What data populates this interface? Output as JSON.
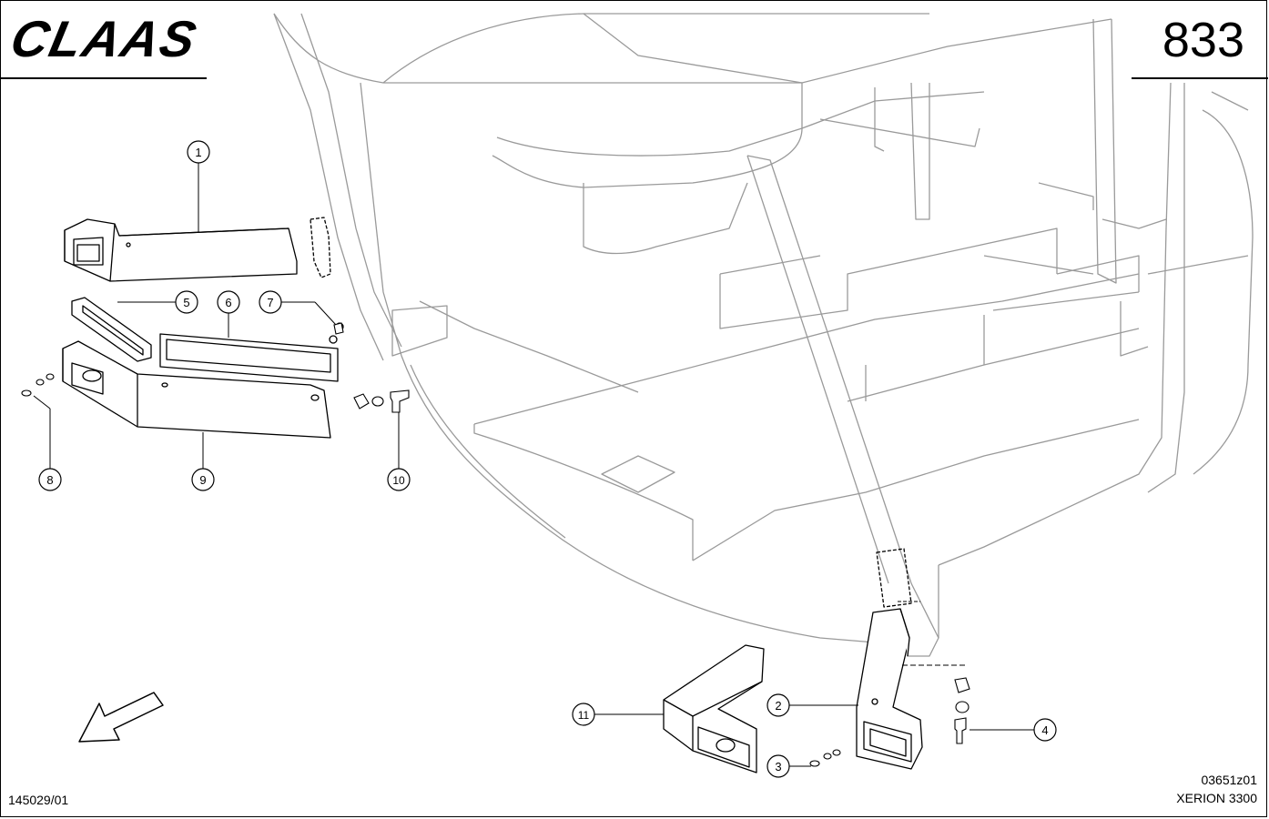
{
  "header": {
    "brand": "CLAAS",
    "page_number": "833"
  },
  "footer": {
    "drawing_id": "03651z01",
    "model": "XERION 3300",
    "doc_code": "145029/01"
  },
  "callouts": [
    {
      "number": "1"
    },
    {
      "number": "2"
    },
    {
      "number": "3"
    },
    {
      "number": "4"
    },
    {
      "number": "5"
    },
    {
      "number": "6"
    },
    {
      "number": "7"
    },
    {
      "number": "8"
    },
    {
      "number": "9"
    },
    {
      "number": "10"
    },
    {
      "number": "11"
    }
  ],
  "icons": {
    "direction": "direction-arrow-icon"
  }
}
